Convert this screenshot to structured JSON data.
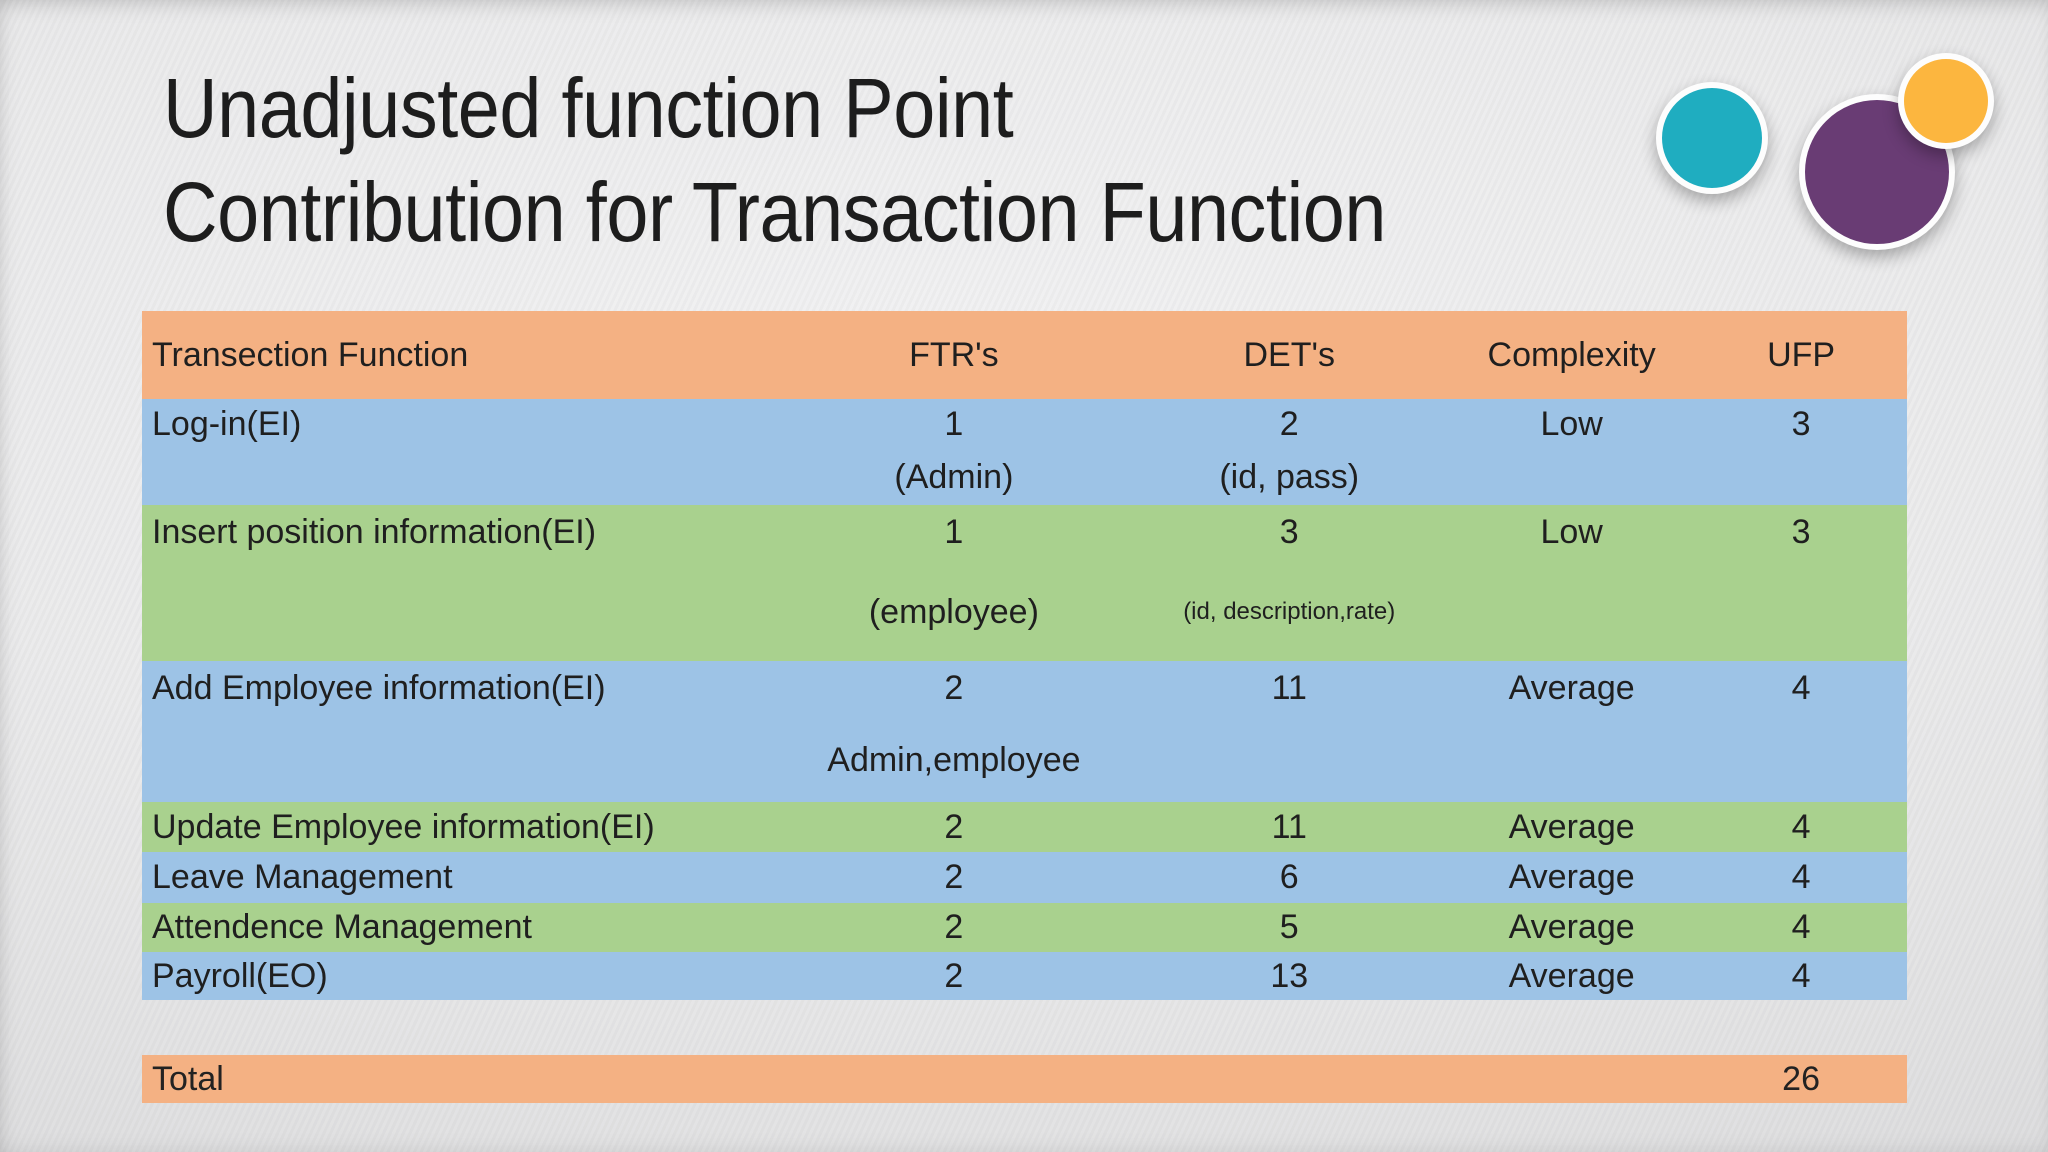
{
  "slide": {
    "title_line1": "Unadjusted function Point",
    "title_line2": "Contribution for Transaction Function"
  },
  "table": {
    "headers": {
      "function": "Transection Function",
      "ftr": "FTR's",
      "det": "DET's",
      "complexity": "Complexity",
      "ufp": "UFP"
    },
    "rows": [
      {
        "function": "Log-in(EI)",
        "ftr": "1",
        "ftr_sub": "(Admin)",
        "det": "2",
        "det_sub": "(id, pass)",
        "complexity": "Low",
        "ufp": "3"
      },
      {
        "function": "Insert position information(EI)",
        "ftr": "1",
        "ftr_sub": "(employee)",
        "det": "3",
        "det_sub": "(id, description,rate)",
        "complexity": "Low",
        "ufp": "3"
      },
      {
        "function": "Add Employee information(EI)",
        "ftr": "2",
        "ftr_sub": "Admin,employee",
        "det": "11",
        "complexity": "Average",
        "ufp": "4"
      },
      {
        "function": "Update Employee information(EI)",
        "ftr": "2",
        "det": "11",
        "complexity": "Average",
        "ufp": "4"
      },
      {
        "function": "Leave Management",
        "ftr": "2",
        "det": "6",
        "complexity": "Average",
        "ufp": "4"
      },
      {
        "function": "Attendence Management",
        "ftr": "2",
        "det": "5",
        "complexity": "Average",
        "ufp": "4"
      },
      {
        "function": "Payroll(EO)",
        "ftr": "2",
        "det": "13",
        "complexity": "Average",
        "ufp": "4"
      }
    ],
    "total": {
      "label": "Total",
      "value": "26"
    }
  },
  "decorations": {
    "circles": [
      {
        "name": "teal-circle",
        "color": "#1fadc0"
      },
      {
        "name": "purple-circle",
        "color": "#693c74"
      },
      {
        "name": "yellow-circle",
        "color": "#fcb63f"
      }
    ]
  },
  "colors": {
    "header_fill": "#f4b183",
    "band_blue": "#9dc3e6",
    "band_green": "#a9d18e",
    "background": "#e8e8e9",
    "text": "#1f1f1f"
  }
}
